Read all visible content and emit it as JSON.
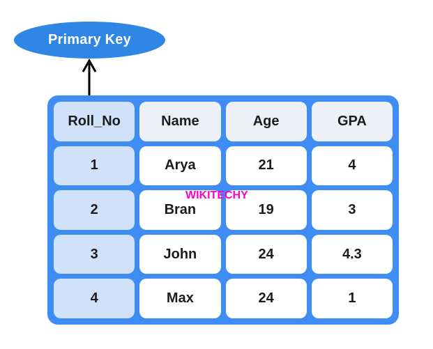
{
  "diagram": {
    "callout": {
      "label": "Primary Key"
    },
    "watermark": "WIKITECHY",
    "table": {
      "headers": [
        "Roll_No",
        "Name",
        "Age",
        "GPA"
      ],
      "rows": [
        [
          "1",
          "Arya",
          "21",
          "4"
        ],
        [
          "2",
          "Bran",
          "19",
          "3"
        ],
        [
          "3",
          "John",
          "24",
          "4.3"
        ],
        [
          "4",
          "Max",
          "24",
          "1"
        ]
      ]
    },
    "colors": {
      "callout_fill": "#2f86e4",
      "callout_text": "#ffffff",
      "table_border": "#3f8df2",
      "key_column_fill": "#cfe2fa",
      "header_fill": "#edf1f7",
      "body_cell_fill": "#ffffff",
      "cell_text": "#1c1c1c",
      "watermark_color": "#fa00c8",
      "arrow_color": "#000000"
    }
  }
}
